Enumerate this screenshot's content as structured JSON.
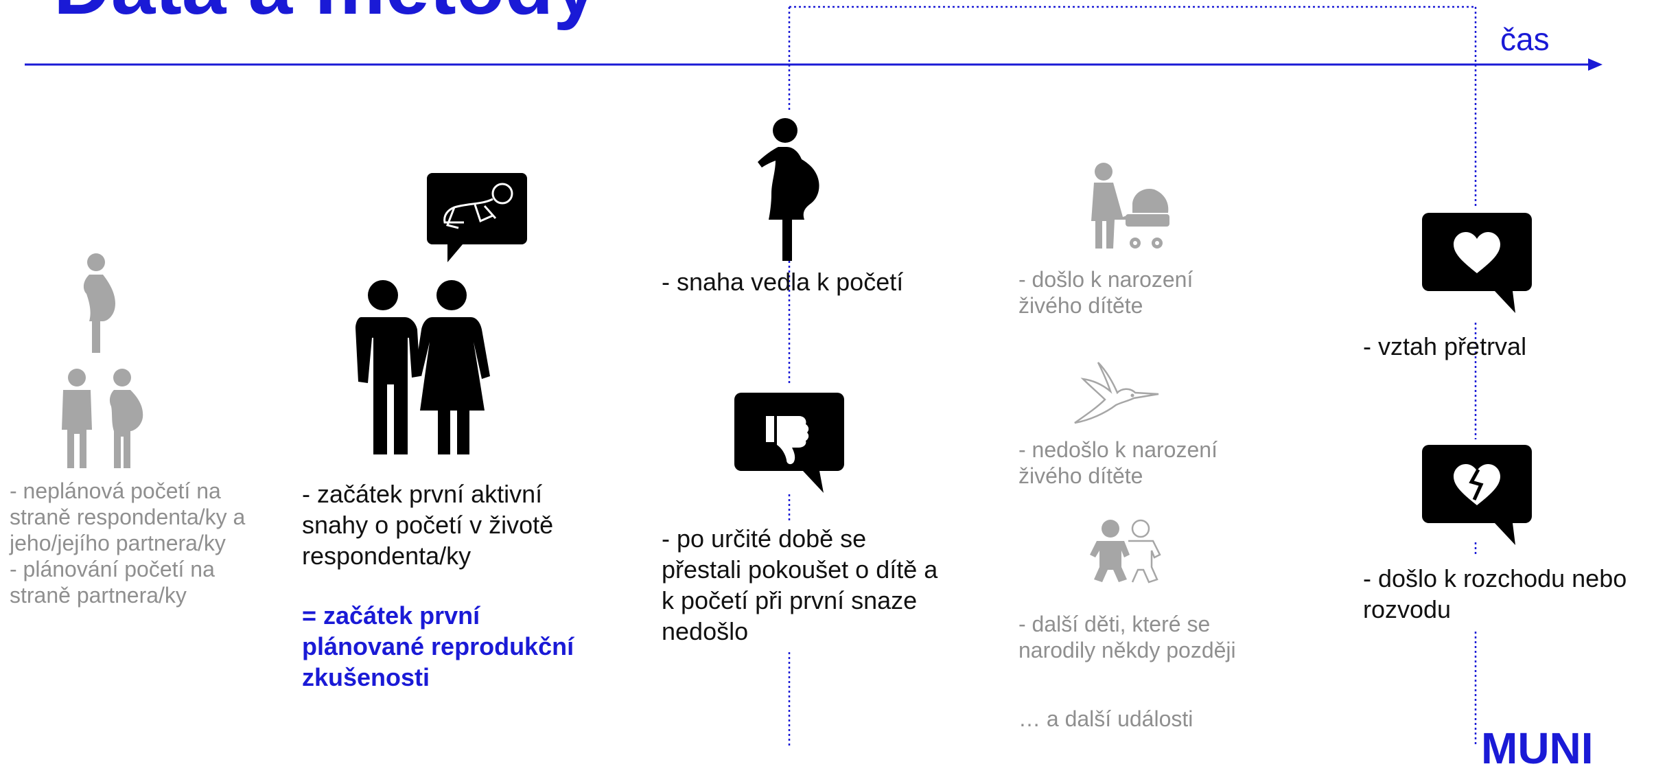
{
  "slide": {
    "title": "Data a metody",
    "time_axis_label": "čas",
    "logo_text": "MUNI"
  },
  "stages": [
    {
      "id": "stage-unplanned",
      "lines": [
        "- neplánová početí na",
        "straně respondenta/ky a",
        "jeho/jejího partnera/ky",
        "- plánování početí na",
        "straně partnera/ky"
      ]
    },
    {
      "id": "stage-start",
      "lines": [
        "- začátek první aktivní",
        "snahy o početí v životě",
        "respondenta/ky"
      ],
      "highlight_lines": [
        "= začátek první",
        "plánované reprodukční",
        "zkušenosti"
      ]
    },
    {
      "id": "stage-conception",
      "success": "- snaha vedla k početí",
      "failure_lines": [
        "- po určité době se",
        "přestali pokoušet o dítě a",
        "k početí při první snaze",
        "nedošlo"
      ]
    },
    {
      "id": "stage-outcomes",
      "live_birth": [
        "- došlo k narození",
        "živého dítěte"
      ],
      "no_live_birth": [
        "- nedošlo k narození",
        "živého dítěte"
      ],
      "more_children": [
        "- další děti, které se",
        "narodily někdy později"
      ],
      "other_events": "… a další události"
    },
    {
      "id": "stage-relationship",
      "lasted": "- vztah přetrval",
      "breakup": [
        "- došlo k rozchodu nebo",
        "rozvodu"
      ]
    }
  ],
  "colors": {
    "accent_blue": "#1a1ad6",
    "icon_black": "#000000",
    "icon_gray": "#a6a6a6",
    "text_gray": "#8f8f8f"
  },
  "icons": [
    "pregnant-woman-icon",
    "couple-icon",
    "baby-crawling-icon",
    "thumbs-down-icon",
    "stroller-icon",
    "hummingbird-icon",
    "children-icon",
    "heart-icon",
    "broken-heart-icon"
  ]
}
